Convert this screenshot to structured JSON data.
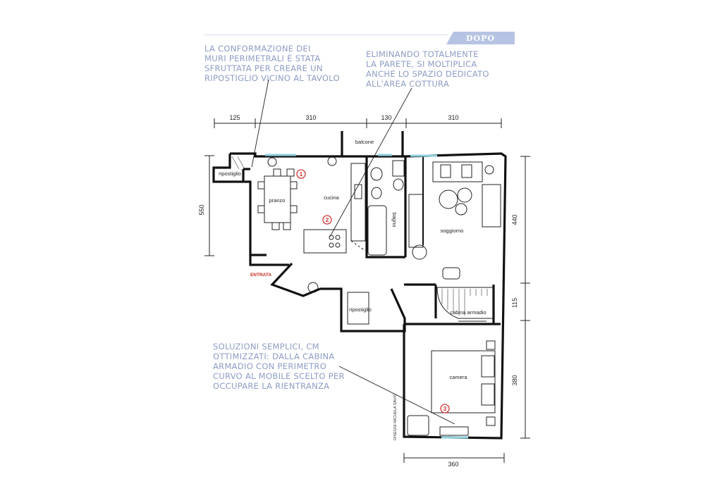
{
  "badge": "DOPO",
  "notes": {
    "note1": [
      "LA CONFORMAZIONE DEI",
      "MURI PERIMETRALI È STATA",
      "SFRUTTATA PER CREARE UN",
      "RIPOSTIGLIO VICINO AL TAVOLO"
    ],
    "note2": [
      "ELIMINANDO TOTALMENTE",
      "LA PARETE, SI MOLTIPLICA",
      "ANCHE LO SPAZIO DEDICATO",
      "ALL'AREA COTTURA"
    ],
    "note3": [
      "SOLUZIONI SEMPLICI, CM",
      "OTTIMIZZATI: DALLA CABINA",
      "ARMADIO CON PERIMETRO",
      "CURVO AL MOBILE SCELTO PER",
      "OCCUPARE LA RIENTRANZA"
    ]
  },
  "dimensions": {
    "top": [
      "125",
      "310",
      "130",
      "310"
    ],
    "left": "550",
    "right": [
      "440",
      "115",
      "380"
    ],
    "bottom": "360"
  },
  "rooms": {
    "balcone": "balcone",
    "ripostiglio_top": "ripostiglio",
    "pranzo": "pranzo",
    "cucina": "cucina",
    "bagno": "bagno",
    "soggiorno": "soggiorno",
    "ripostiglio_mid": "ripostiglio",
    "cabina": "cabina armadio",
    "camera": "camera",
    "entrata": "ENTRATA"
  },
  "markers": [
    "1",
    "2",
    "3"
  ],
  "credit": "DISEGNI MICHELA SAVIO",
  "colors": {
    "note_text": "#8e9cc4",
    "badge_bg": "#b7c3e3",
    "marker_red": "#d23a3a",
    "entrata_red": "#c8281e",
    "window_blue": "#8fd0e0"
  }
}
